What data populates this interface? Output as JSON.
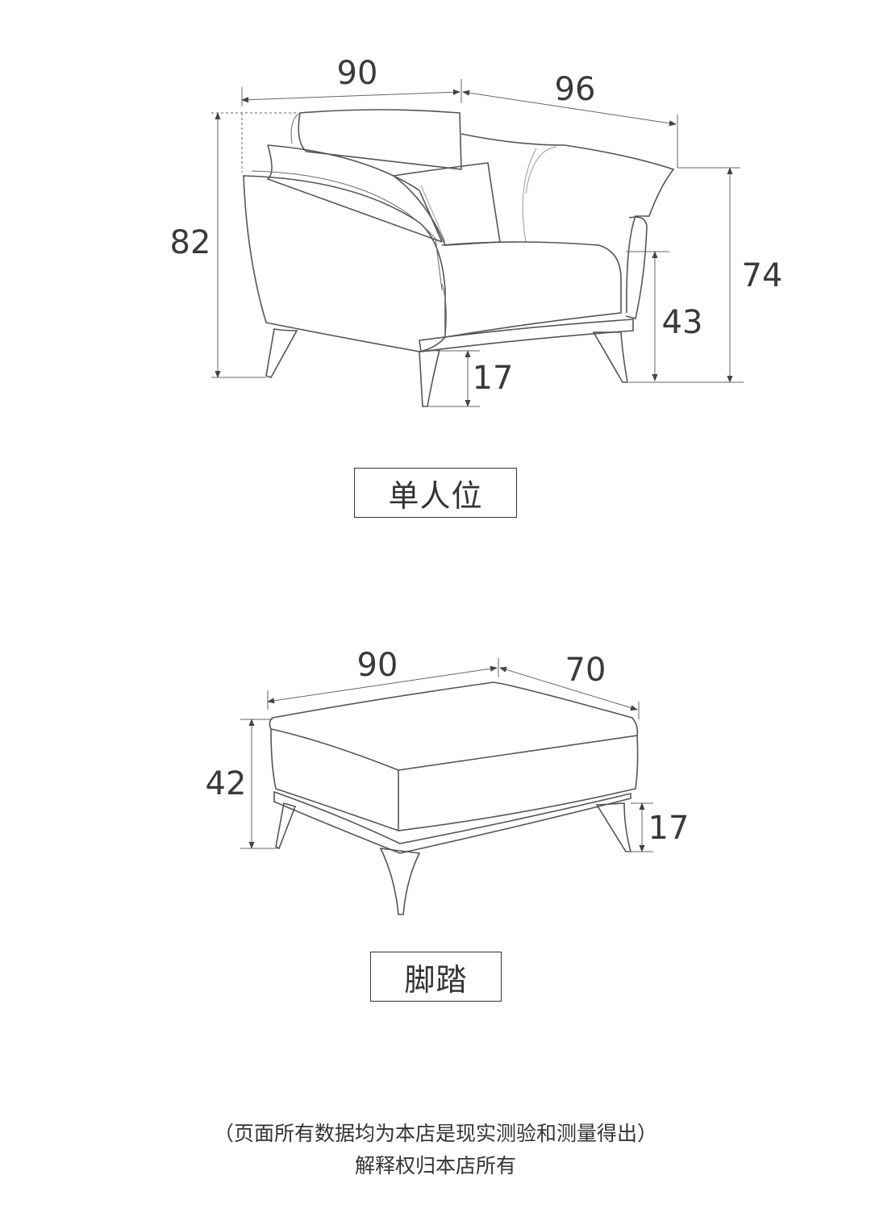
{
  "armchair": {
    "name": "单人位",
    "dims": {
      "width": "90",
      "depth": "96",
      "height": "82",
      "back_height": "74",
      "seat_height": "43",
      "leg_height": "17"
    }
  },
  "ottoman": {
    "name": "脚踏",
    "dims": {
      "width": "90",
      "depth": "70",
      "height": "42",
      "leg_height": "17"
    }
  },
  "footer": {
    "line1": "（页面所有数据均为本店是现实测验和测量得出）",
    "line2": "解释权归本店所有"
  }
}
